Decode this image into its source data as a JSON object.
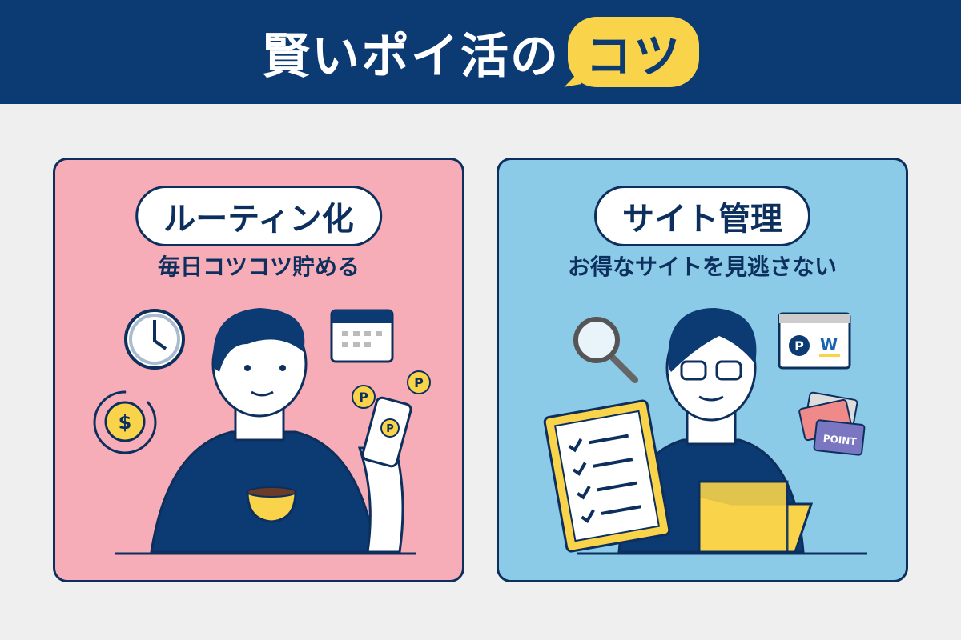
{
  "header": {
    "title": "賢いポイ活の",
    "highlight": "コツ"
  },
  "panels": [
    {
      "heading": "ルーティン化",
      "subtitle": "毎日コツコツ貯める",
      "icons": [
        "clock-icon",
        "calendar-icon",
        "coin-cycle-icon",
        "smartphone-icon",
        "point-bubble-icon",
        "coffee-cup-icon"
      ],
      "coin_label": "$",
      "point_label": "P"
    },
    {
      "heading": "サイト管理",
      "subtitle": "お得なサイトを見逃さない",
      "icons": [
        "magnifier-icon",
        "browser-icon",
        "cards-icon",
        "clipboard-icon",
        "folder-icon"
      ],
      "browser_labels": [
        "P",
        "W"
      ],
      "card_label": "POINT"
    }
  ],
  "colors": {
    "navy": "#0c3a72",
    "yellow": "#f9d44a",
    "pink": "#f7adb7",
    "blue": "#8ccbe8",
    "background": "#efefef"
  }
}
